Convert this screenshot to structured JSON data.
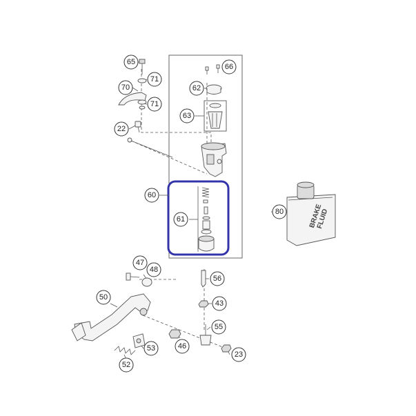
{
  "diagram": {
    "callouts": [
      "65",
      "71",
      "70",
      "71",
      "66",
      "62",
      "63",
      "22",
      "60",
      "61",
      "80",
      "47",
      "48",
      "56",
      "50",
      "43",
      "55",
      "53",
      "46",
      "52",
      "23"
    ],
    "bottle_label": [
      "BRAKE",
      "FLUID"
    ],
    "highlight_color": "#3333aa"
  }
}
